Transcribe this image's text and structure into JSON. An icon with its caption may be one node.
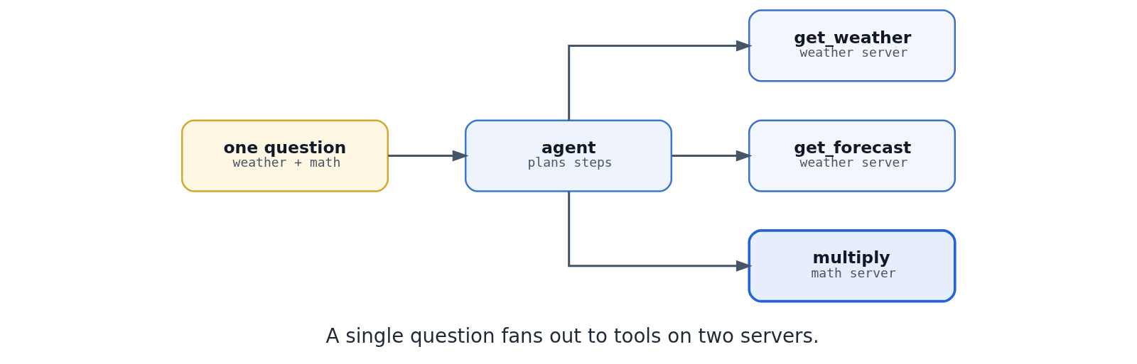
{
  "diagram": {
    "caption": "A single question fans out to tools on two servers.",
    "nodes": [
      {
        "text": [
          "one question",
          "weather + math"
        ]
      },
      {
        "text": [
          "agent",
          "plans steps"
        ]
      },
      {
        "text": [
          "get_weather",
          "weather server"
        ]
      },
      {
        "text": [
          "get_forecast",
          "weather server"
        ]
      },
      {
        "text": [
          "multiply",
          "math server"
        ]
      }
    ],
    "edges": [
      {
        "from": 0,
        "to": 1,
        "arrow": "to"
      },
      {
        "from": 1,
        "to": 2,
        "arrow": "to"
      },
      {
        "from": 1,
        "to": 3,
        "arrow": "to"
      },
      {
        "from": 1,
        "to": 4,
        "arrow": "to"
      }
    ]
  }
}
